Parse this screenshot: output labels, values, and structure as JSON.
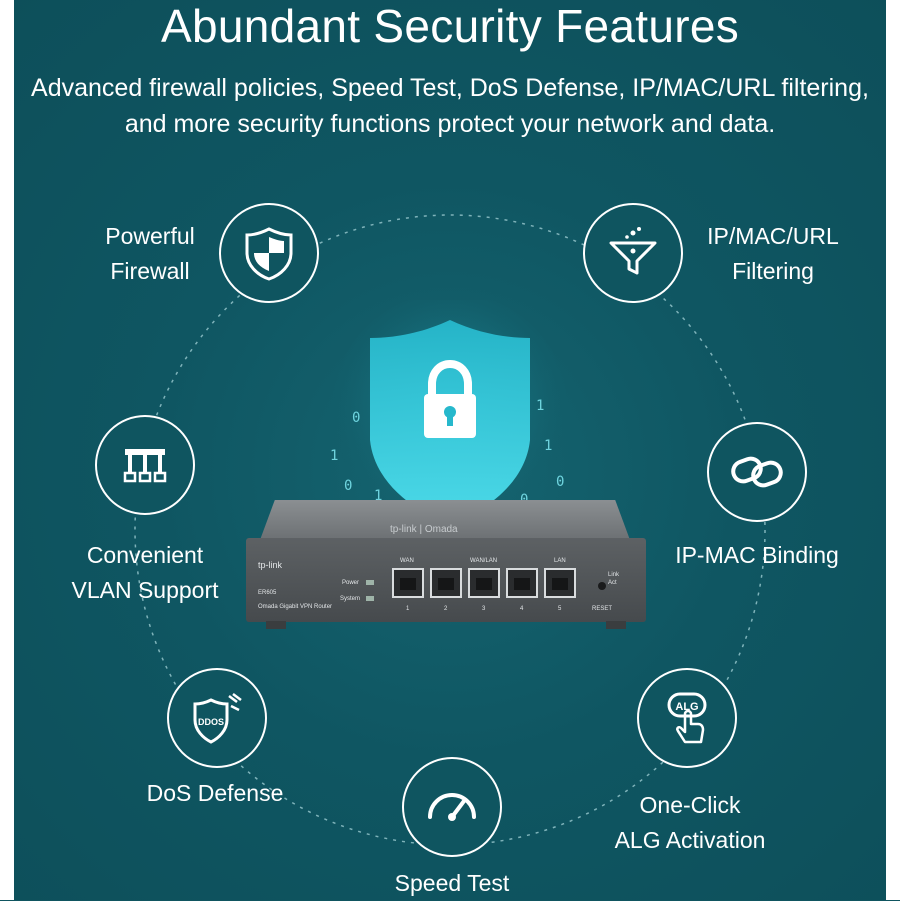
{
  "header": {
    "title": "Abundant Security Features",
    "subtitle_line1": "Advanced firewall policies, Speed Test, DoS Defense, IP/MAC/URL filtering,",
    "subtitle_line2": "and more security functions protect your network and data."
  },
  "features": {
    "firewall": {
      "line1": "Powerful",
      "line2": "Firewall",
      "icon": "shield-icon"
    },
    "filtering": {
      "line1": "IP/MAC/URL",
      "line2": "Filtering",
      "icon": "filter-funnel-icon"
    },
    "vlan": {
      "line1": "Convenient",
      "line2": "VLAN Support",
      "icon": "vlan-network-icon"
    },
    "binding": {
      "line1": "IP-MAC Binding",
      "icon": "chain-link-icon"
    },
    "dos": {
      "line1": "DoS Defense",
      "icon": "ddos-shield-icon",
      "badge": "DDOS"
    },
    "alg": {
      "line1": "One-Click",
      "line2": "ALG Activation",
      "icon": "alg-touch-icon",
      "badge": "ALG"
    },
    "speed": {
      "line1": "Speed Test",
      "icon": "speedometer-icon"
    }
  },
  "center": {
    "icon": "padlock-icon"
  },
  "router": {
    "brand": "tp-link",
    "model": "ER605",
    "description": "Omada Gigabit VPN Router",
    "top_brand": "tp-link | Omada",
    "led_power": "Power",
    "led_system": "System",
    "port_group_wan": "WAN",
    "port_group_wanlan": "WAN/LAN",
    "port_group_lan": "LAN",
    "ports": [
      "1",
      "2",
      "3",
      "4",
      "5"
    ],
    "link_label": "Link",
    "act_label": "Act",
    "reset_label": "RESET"
  },
  "colors": {
    "background": "#0f5560",
    "shield": "#3cc7d9",
    "text": "#ffffff"
  }
}
